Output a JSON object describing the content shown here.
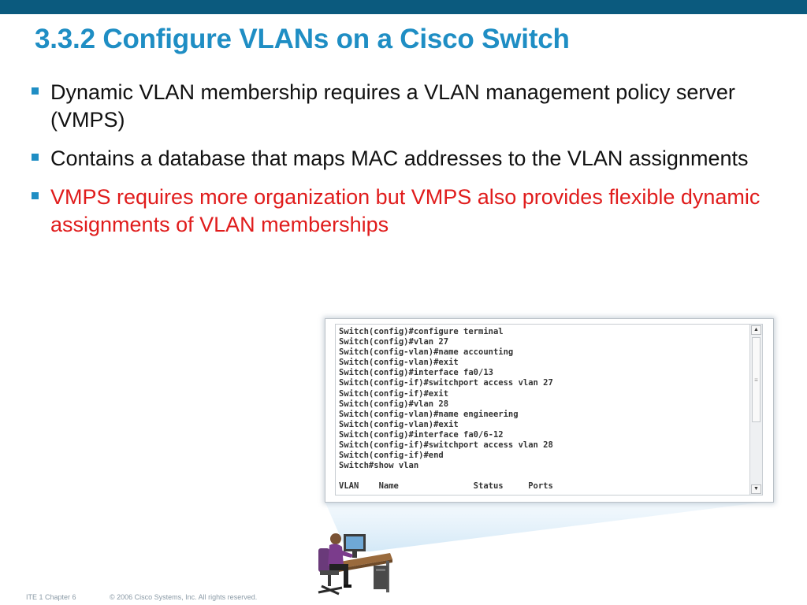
{
  "slide": {
    "title": "3.3.2 Configure VLANs on a Cisco Switch",
    "bullets": [
      {
        "text": "Dynamic VLAN membership requires a VLAN management policy server (VMPS)",
        "highlight": false
      },
      {
        "text": "Contains a database that maps MAC addresses to the VLAN assignments",
        "highlight": false
      },
      {
        "text": "VMPS requires more organization but VMPS also provides flexible dynamic assignments of VLAN memberships",
        "highlight": true
      }
    ]
  },
  "terminal": {
    "lines": [
      "Switch(config)#configure terminal",
      "Switch(config)#vlan 27",
      "Switch(config-vlan)#name accounting",
      "Switch(config-vlan)#exit",
      "Switch(config)#interface fa0/13",
      "Switch(config-if)#switchport access vlan 27",
      "Switch(config-if)#exit",
      "Switch(config)#vlan 28",
      "Switch(config-vlan)#name engineering",
      "Switch(config-vlan)#exit",
      "Switch(config)#interface fa0/6-12",
      "Switch(config-if)#switchport access vlan 28",
      "Switch(config-if)#end",
      "Switch#show vlan",
      "",
      "VLAN    Name               Status     Ports"
    ],
    "scroll_up": "▲",
    "scroll_down": "▼",
    "scroll_grip": "≡"
  },
  "footer": {
    "chapter": "ITE 1 Chapter 6",
    "copyright": "© 2006 Cisco Systems, Inc. All rights reserved."
  },
  "colors": {
    "top_bar": "#0b5a7e",
    "title": "#1f8ec4",
    "bullet_text": "#111111",
    "highlight_text": "#e01c1c"
  },
  "icons": {
    "bullet": "square-bullet-icon",
    "operator": "operator-at-workstation-icon"
  }
}
